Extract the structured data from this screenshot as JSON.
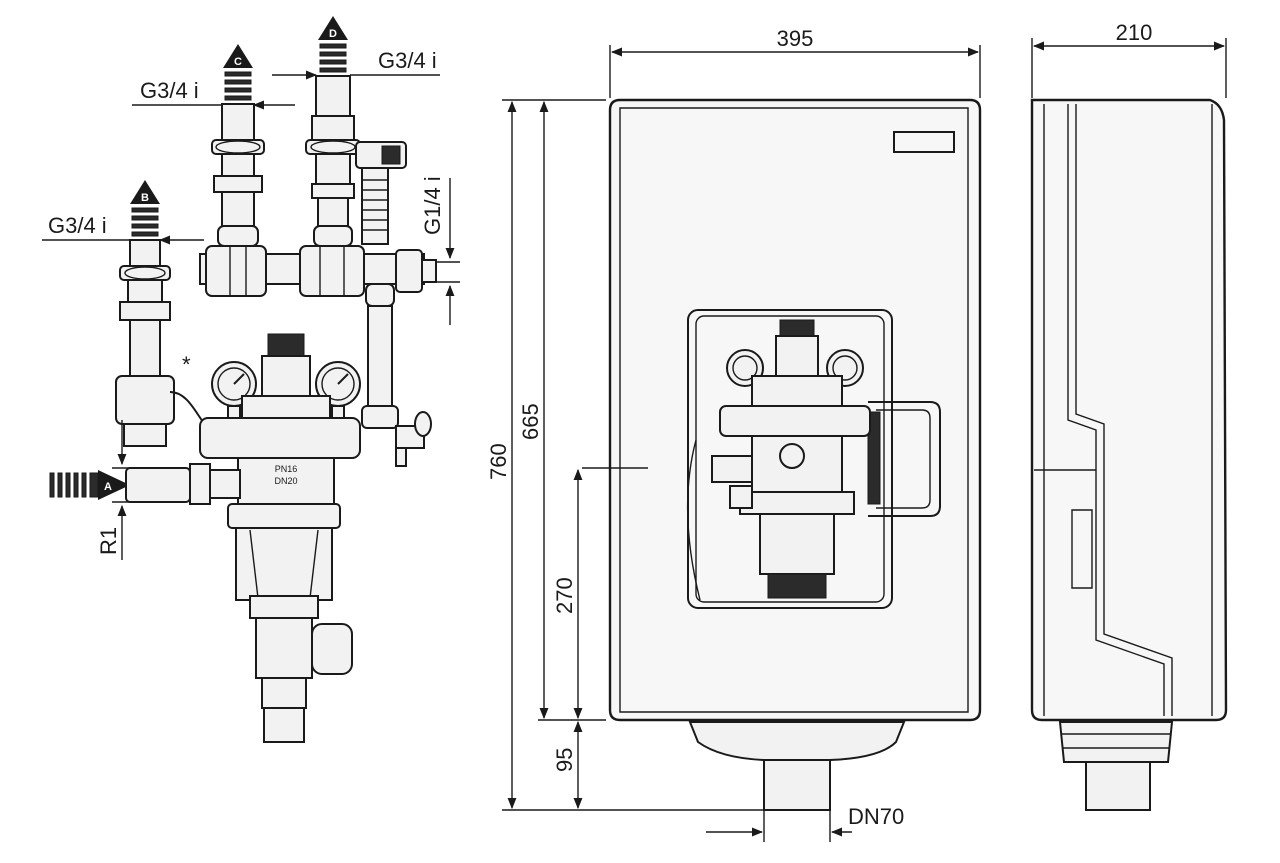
{
  "labels": {
    "outlet_d": "D",
    "outlet_c": "C",
    "outlet_b": "B",
    "inlet_a": "A",
    "thread_d": "G3/4 i",
    "thread_c": "G3/4 i",
    "thread_b": "G3/4 i",
    "thread_side": "G1/4 i",
    "thread_inlet": "R1",
    "pressure_rating": "PN16",
    "nominal_size": "DN20",
    "footnote_mark": "*",
    "drain_size": "DN70"
  },
  "dimensions": {
    "width": "395",
    "depth": "210",
    "total_height": "760",
    "body_height": "665",
    "mount_height": "270",
    "drain_extension": "95"
  }
}
